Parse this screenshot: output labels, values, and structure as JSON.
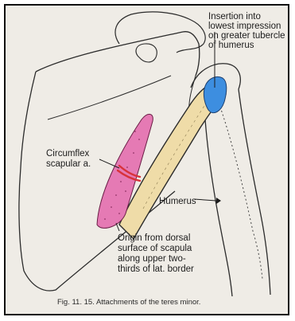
{
  "figure": {
    "labels": {
      "insertion": [
        "Insertion into",
        "lowest impression",
        "on greater tubercle",
        "of humerus"
      ],
      "circumflex": [
        "Circumflex",
        "scapular a."
      ],
      "humerus": "Humerus",
      "origin": [
        "Origin from dorsal",
        "surface of scapula",
        "along upper two-",
        "thirds of lat. border"
      ]
    },
    "caption": "Fig. 11. 15. Attachments of the teres minor.",
    "colors": {
      "origin_area": "#e57ab4",
      "muscle": "#efdca8",
      "insertion_area": "#3d8ee0",
      "artery": "#d8323a",
      "outline": "#2b2b2b",
      "paper": "#efece6"
    }
  }
}
